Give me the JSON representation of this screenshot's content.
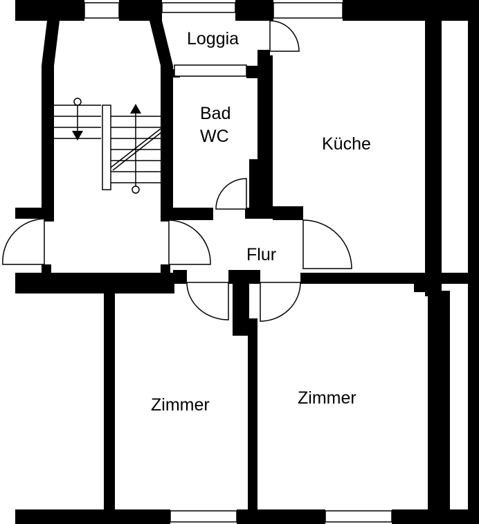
{
  "rooms": {
    "loggia": "Loggia",
    "bad": "Bad",
    "wc": "WC",
    "kueche": "Küche",
    "flur": "Flur",
    "zimmer_left": "Zimmer",
    "zimmer_right": "Zimmer"
  },
  "colors": {
    "wall": "#000000",
    "background": "#ffffff"
  }
}
